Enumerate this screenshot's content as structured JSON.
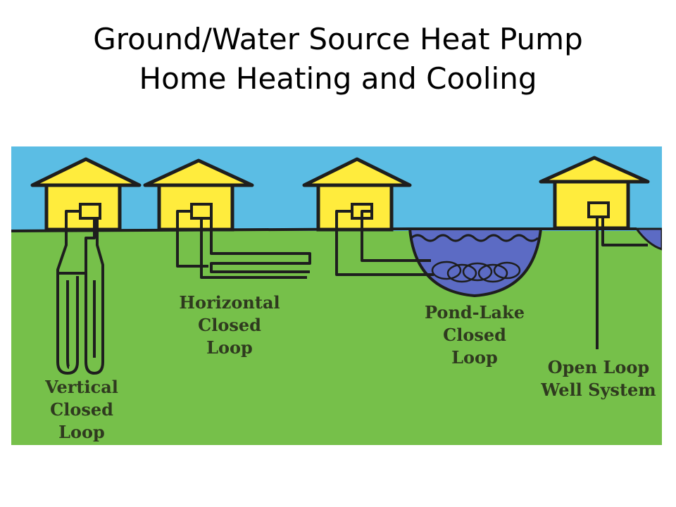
{
  "slide": {
    "title_line1": "Ground/Water Source Heat Pump",
    "title_line2": "Home Heating and Cooling"
  },
  "diagram": {
    "colors": {
      "sky": "#5bbde4",
      "ground": "#76c04a",
      "house": "#ffec3d",
      "pipe": "#1e1e1e",
      "pond": "#5c6bc4"
    },
    "labels": {
      "vertical": [
        "Vertical",
        "Closed",
        "Loop"
      ],
      "horizontal": [
        "Horizontal",
        "Closed",
        "Loop"
      ],
      "pond": [
        "Pond-Lake",
        "Closed",
        "Loop"
      ],
      "open": [
        "Open Loop",
        "Well System"
      ]
    }
  }
}
